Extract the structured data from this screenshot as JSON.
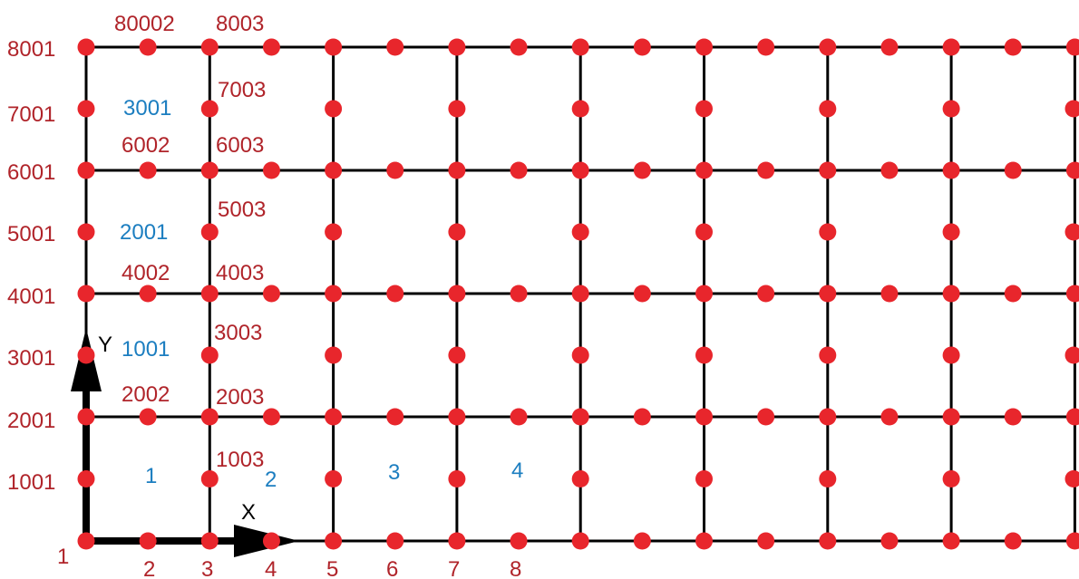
{
  "colors": {
    "node": "#e8262c",
    "grid_line": "#000000",
    "node_label": "#b0242a",
    "element_label": "#1c7ec0",
    "axis": "#000000"
  },
  "grid": {
    "columns": 9,
    "rows": 4
  },
  "axes": {
    "x_label": "X",
    "y_label": "Y"
  },
  "bottom_labels": [
    "1",
    "2",
    "3",
    "4",
    "5",
    "6",
    "7",
    "8"
  ],
  "left_labels": [
    "1001",
    "2001",
    "3001",
    "4001",
    "5001",
    "6001",
    "7001",
    "8001"
  ],
  "node_labels": {
    "n1003": "1003",
    "n2002": "2002",
    "n2003": "2003",
    "n3003": "3003",
    "n4002": "4002",
    "n4003": "4003",
    "n5003": "5003",
    "n6002": "6002",
    "n6003": "6003",
    "n7003": "7003",
    "n80002": "80002",
    "n8003": "8003"
  },
  "element_labels": {
    "e1": "1",
    "e2": "2",
    "e3": "3",
    "e4": "4",
    "e1001": "1001",
    "e2001": "2001",
    "e3001": "3001"
  }
}
